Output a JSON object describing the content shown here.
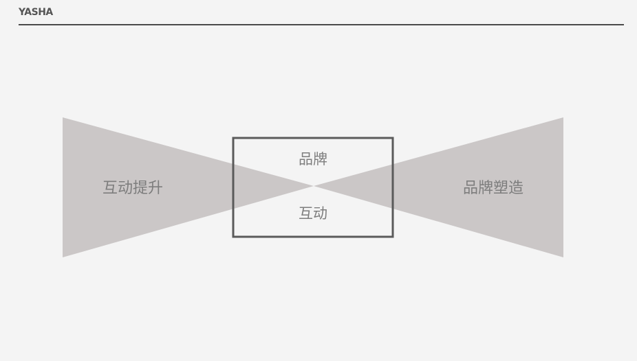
{
  "brand": {
    "logo_text": "YASHA"
  },
  "diagram": {
    "left_label": "互动提升",
    "right_label": "品牌塑造",
    "center_top_label": "品牌",
    "center_bottom_label": "互动"
  },
  "colors": {
    "background": "#f4f4f4",
    "triangle_fill": "#cbc7c7",
    "box_stroke": "#5a5a5a",
    "text": "#7d7d7d",
    "rule": "#4a4a4a"
  }
}
